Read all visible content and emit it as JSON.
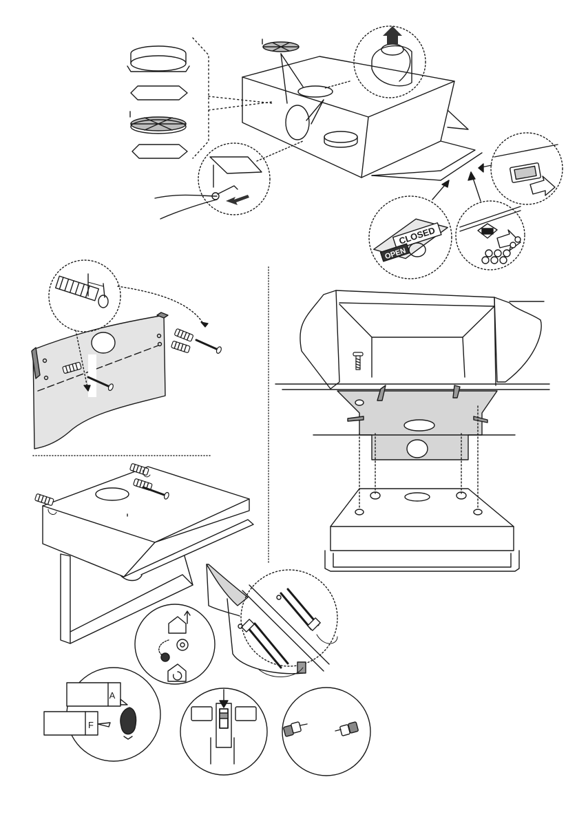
{
  "labels": {
    "open": "OPEN",
    "closed": "CLOSED",
    "letter_a": "A",
    "letter_f": "F"
  },
  "colors": {
    "ink": "#1a1a1a",
    "wall_fill": "#e4e4e4",
    "screen_fill": "#d6d6d6",
    "arrow_fill": "#333333",
    "paper": "#ffffff"
  },
  "icons": [
    "ring-adapter-icon",
    "filter-disc-icon",
    "pliers-icon",
    "pull-arrow-icon",
    "open-closed-label-icon",
    "slider-switch-icon",
    "wall-plug-icon",
    "screw-icon",
    "exhaust-mode-icon",
    "recirculation-mode-icon",
    "knob-icon",
    "connector-icon"
  ]
}
